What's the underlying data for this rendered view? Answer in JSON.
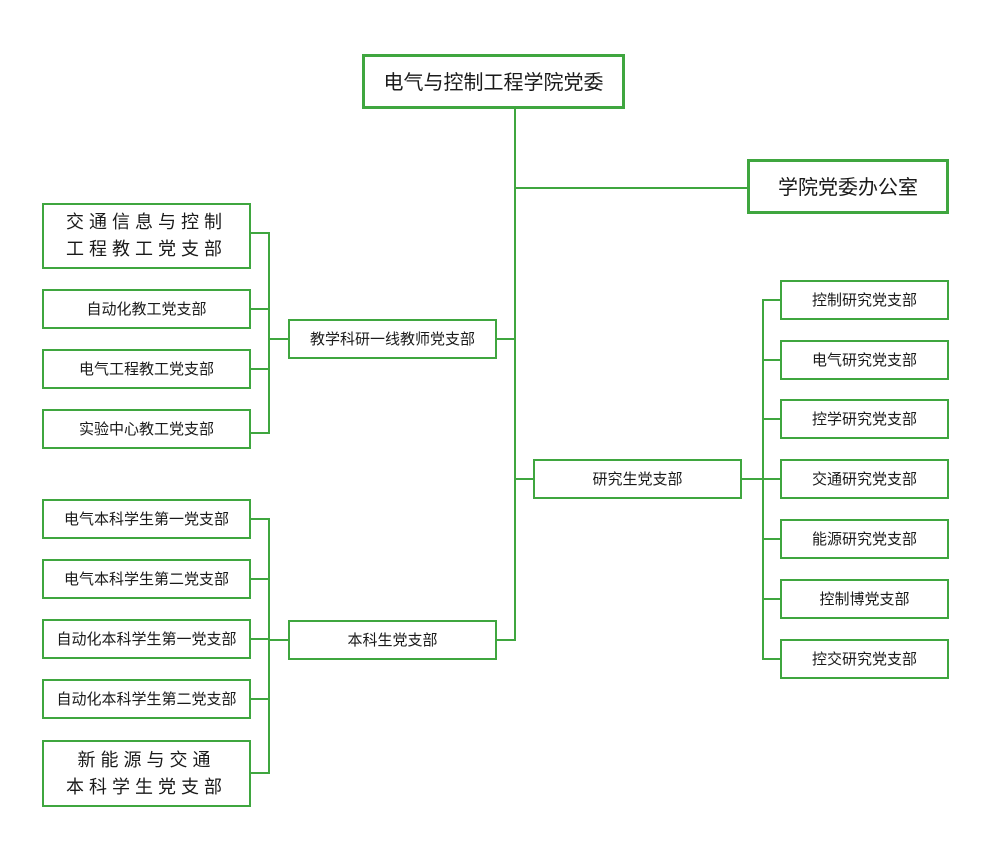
{
  "root": {
    "label": "电气与控制工程学院党委"
  },
  "office": {
    "label": "学院党委办公室"
  },
  "teachers": {
    "label": "教学科研一线教师党支部",
    "children": [
      {
        "line1": "交通信息与控制",
        "line2": "工程教工党支部"
      },
      {
        "line1": "自动化教工党支部"
      },
      {
        "line1": "电气工程教工党支部"
      },
      {
        "line1": "实验中心教工党支部"
      }
    ]
  },
  "graduate": {
    "label": "研究生党支部",
    "children": [
      "控制研究党支部",
      "电气研究党支部",
      "控学研究党支部",
      "交通研究党支部",
      "能源研究党支部",
      "控制博党支部",
      "控交研究党支部"
    ]
  },
  "undergrad": {
    "label": "本科生党支部",
    "children": [
      {
        "line1": "电气本科学生第一党支部"
      },
      {
        "line1": "电气本科学生第二党支部"
      },
      {
        "line1": "自动化本科学生第一党支部"
      },
      {
        "line1": "自动化本科学生第二党支部"
      },
      {
        "line1": "新能源与交通",
        "line2": "本科学生党支部"
      }
    ]
  },
  "colors": {
    "border": "#3fa63f",
    "text": "#1a1a1a"
  }
}
